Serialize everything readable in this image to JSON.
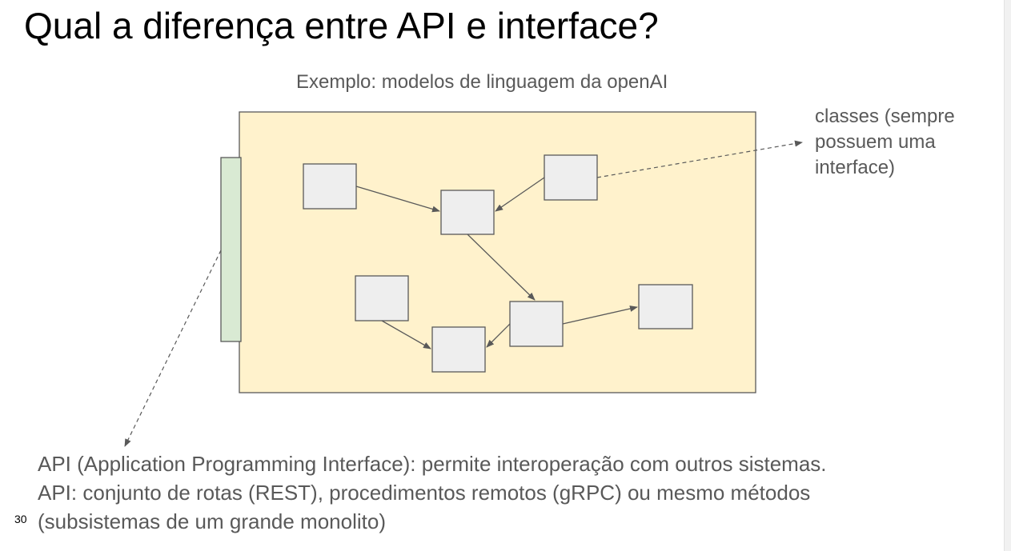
{
  "slide": {
    "title": "Qual a diferença entre API e interface?",
    "subtitle": "Exemplo: modelos de linguagem da openAI",
    "note_lines": [
      "classes (sempre",
      "possuem uma",
      "interface)"
    ],
    "body_lines": [
      "API (Application Programming Interface): permite interoperação com outros sistemas.",
      "API: conjunto de rotas (REST), procedimentos remotos (gRPC) ou mesmo métodos",
      "(subsistemas de um grande monolito)"
    ],
    "slide_number": "30"
  },
  "colors": {
    "module_fill": "#fff2cc",
    "api_bar_fill": "#d9ead3",
    "class_box_fill": "#eeeeee",
    "stroke": "#595959",
    "text_gray": "#595959"
  }
}
